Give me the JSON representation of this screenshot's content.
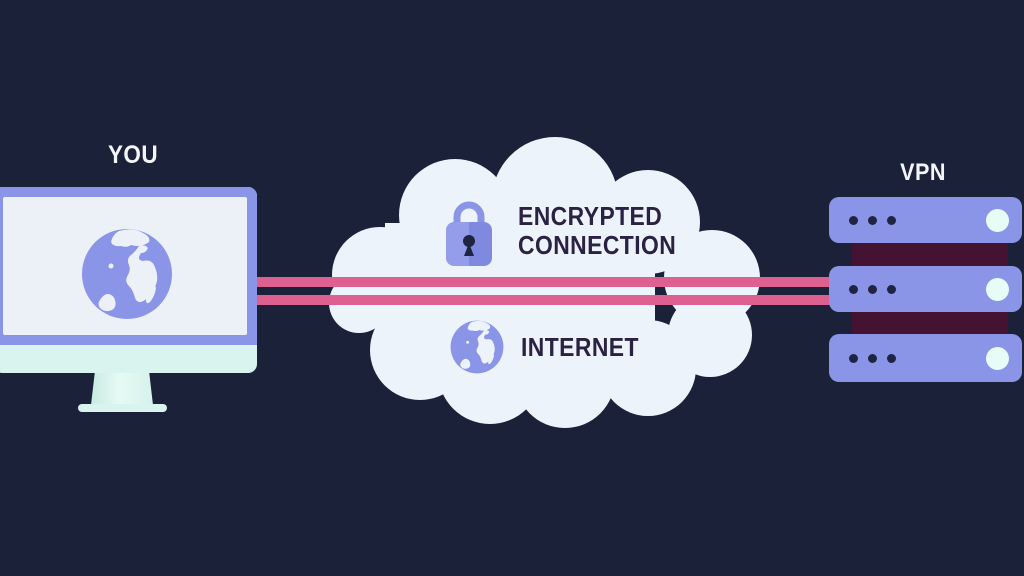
{
  "title": "VPN encrypted connection diagram",
  "colors": {
    "background": "#1b2139",
    "periwinkle": "#8b95e8",
    "screen_white": "#ecf1f8",
    "mint": "#d9f4ee",
    "pink": "#dd6090",
    "cloud_white": "#edf3fb",
    "dark_text": "#2b2142",
    "maroon": "#441331",
    "label_white": "#f4f5f9",
    "navy_detail": "#1f2442",
    "indicator": "#e7fcf6",
    "lock_light": "#949de9",
    "lock_dark": "#8089e0"
  },
  "you": {
    "label": "YOU"
  },
  "vpn": {
    "label": "VPN",
    "server_count": 3
  },
  "cloud": {
    "encrypted_line1": "ENCRYPTED",
    "encrypted_line2": "CONNECTION",
    "internet_label": "INTERNET"
  },
  "icons": {
    "lock": "lock-icon",
    "cloud_globe": "globe-icon",
    "screen_globe": "globe-icon"
  }
}
